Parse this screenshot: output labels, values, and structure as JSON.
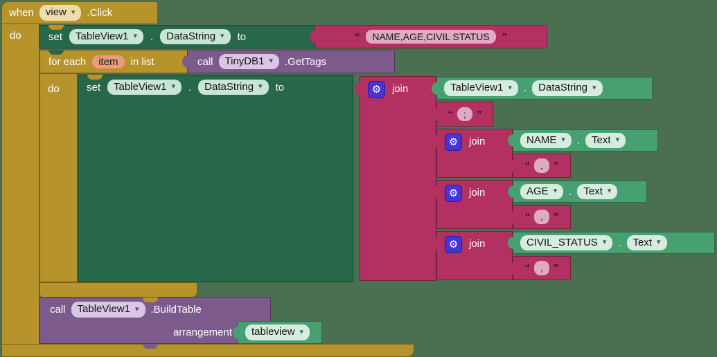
{
  "quotes": {
    "open": "“",
    "close": "”"
  },
  "when_block": {
    "keyword": "when",
    "component": "view",
    "event": ".Click",
    "do_label": "do"
  },
  "set_top": {
    "keyword": "set",
    "component": "TableView1",
    "dot": ".",
    "property": "DataString",
    "to_label": "to"
  },
  "text_header": {
    "value": "NAME,AGE,CIVIL STATUS"
  },
  "for_each": {
    "label_start": "for each",
    "variable": "item",
    "label_end": "in list",
    "do_label": "do"
  },
  "call_gettags": {
    "keyword": "call",
    "component": "TinyDB1",
    "method": ".GetTags"
  },
  "set_inner": {
    "keyword": "set",
    "component": "TableView1",
    "dot": ".",
    "property": "DataString",
    "to_label": "to"
  },
  "join_outer": {
    "label": "join"
  },
  "getter_top": {
    "component": "TableView1",
    "dot": ".",
    "property": "DataString"
  },
  "text_semicolon": {
    "value": ";"
  },
  "join_name": {
    "label": "join",
    "component": "NAME",
    "dot": ".",
    "property": "Text",
    "separator": ","
  },
  "join_age": {
    "label": "join",
    "component": "AGE",
    "dot": ".",
    "property": "Text",
    "separator": ","
  },
  "join_civil": {
    "label": "join",
    "component": "CIVIL_STATUS",
    "dot": ".",
    "property": "Text",
    "separator": ","
  },
  "call_buildtable": {
    "keyword": "call",
    "component": "TableView1",
    "method": ".BuildTable",
    "param_label": "arrangement",
    "arg": "tableview"
  },
  "colors": {
    "workspace_bg": "#4a6f51",
    "event_gold": "#b7932c",
    "setter_green": "#27684a",
    "getter_green": "#47a071",
    "text_pink": "#b23160",
    "component_purple": "#7d5a8c",
    "gear_indigo": "#4733d6",
    "field_cream": "#ecdcae",
    "field_sage": "#c9e5d6",
    "field_lavender": "#d9c6e4",
    "field_pink": "#e0a9c4",
    "item_orange": "#ea9d79"
  }
}
